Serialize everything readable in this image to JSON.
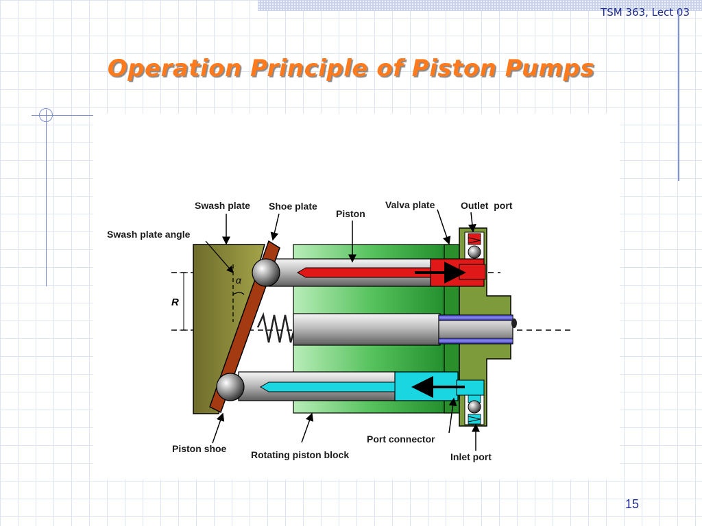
{
  "slide": {
    "course": "TSM 363, Lect 03",
    "title": "Operation Principle of Piston Pumps",
    "number": "15"
  },
  "diagram": {
    "labels": {
      "swash_plate": "Swash plate",
      "shoe_plate": "Shoe plate",
      "piston": "Piston",
      "valva_plate": "Valva plate",
      "outlet_port": "Outlet  port",
      "swash_plate_angle": "Swash plate angle",
      "alpha": "α",
      "radius": "R",
      "piston_shoe": "Piston shoe",
      "rotating_piston_block": "Rotating piston block",
      "port_connector": "Port connector",
      "inlet_port": "Inlet port"
    },
    "colors": {
      "swash_plate": "#8c8a3a",
      "shoe_plate": "#a33a12",
      "cylinder_block": "#3fae4c",
      "valve_plate": "#2a8f2a",
      "port_block": "#7e9b3c",
      "high_pressure": "#e01818",
      "low_pressure": "#1ad6e0",
      "shaft_sleeve": "#2c2caa"
    }
  }
}
